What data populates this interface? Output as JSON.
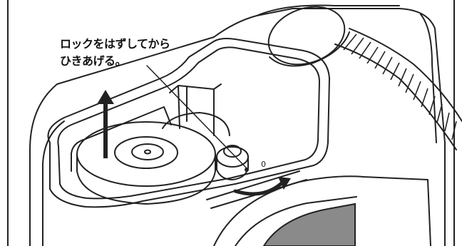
{
  "callout": {
    "line1": "ロックをはずしてから",
    "line2": "ひきあげる。"
  },
  "lock_mark": "0",
  "colors": {
    "line": "#222222",
    "screen_fill": "#8a8a8a",
    "gray_shade": "#bdbdbd",
    "background": "#ffffff"
  }
}
